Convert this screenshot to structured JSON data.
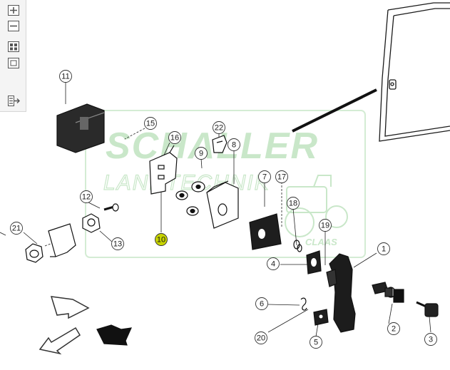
{
  "toolbar": {
    "buttons": [
      {
        "name": "zoom-in-button",
        "icon": "plus-icon"
      },
      {
        "name": "zoom-out-button",
        "icon": "minus-icon"
      },
      {
        "name": "grid-view-button",
        "icon": "grid-icon"
      },
      {
        "name": "single-view-button",
        "icon": "square-icon"
      },
      {
        "name": "export-button",
        "icon": "list-arrow-icon"
      }
    ]
  },
  "watermark": {
    "brand": "SCHALLER",
    "subtitle": "LANDTECHNIK",
    "logo": "CLAAS"
  },
  "diagram": {
    "highlight_color": "#c8d400",
    "callouts": [
      {
        "id": "c1",
        "label": "1"
      },
      {
        "id": "c2",
        "label": "2"
      },
      {
        "id": "c3",
        "label": "3"
      },
      {
        "id": "c4",
        "label": "4"
      },
      {
        "id": "c5",
        "label": "5"
      },
      {
        "id": "c6",
        "label": "6"
      },
      {
        "id": "c7",
        "label": "7"
      },
      {
        "id": "c8",
        "label": "8"
      },
      {
        "id": "c9",
        "label": "9"
      },
      {
        "id": "c10",
        "label": "10",
        "highlighted": true
      },
      {
        "id": "c11",
        "label": "11"
      },
      {
        "id": "c12",
        "label": "12"
      },
      {
        "id": "c13",
        "label": "13"
      },
      {
        "id": "c15",
        "label": "15"
      },
      {
        "id": "c16",
        "label": "16"
      },
      {
        "id": "c17",
        "label": "17"
      },
      {
        "id": "c18",
        "label": "18"
      },
      {
        "id": "c19",
        "label": "19"
      },
      {
        "id": "c20",
        "label": "20"
      },
      {
        "id": "c21",
        "label": "21"
      },
      {
        "id": "c22",
        "label": "22"
      }
    ]
  }
}
